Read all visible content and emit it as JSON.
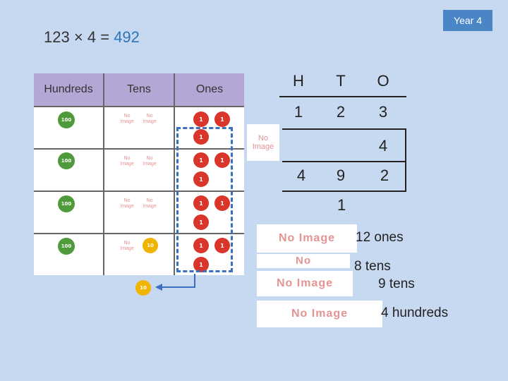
{
  "badge": "Year 4",
  "equation": {
    "left": "123",
    "times": "×",
    "multiplier": "4",
    "equals": "=",
    "answer": "492"
  },
  "place_value_table": {
    "headers": [
      "Hundreds",
      "Tens",
      "Ones"
    ],
    "coin_hundred": "100",
    "coin_ten": "10",
    "coin_one": "1",
    "no_image_text": "No Image"
  },
  "hto": {
    "headers": [
      "H",
      "T",
      "O"
    ],
    "row1": [
      "1",
      "2",
      "3"
    ],
    "multiplier": "4",
    "result": [
      "4",
      "9",
      "2"
    ],
    "carry": "1"
  },
  "notes": [
    "12 ones",
    "8 tens",
    "9 tens",
    "4 hundreds"
  ],
  "colors": {
    "background": "#c6d9f0",
    "header_fill": "#b4a7d6",
    "badge": "#4a86c6",
    "answer": "#2e75b6",
    "dashed_box": "#3b6fc0"
  }
}
